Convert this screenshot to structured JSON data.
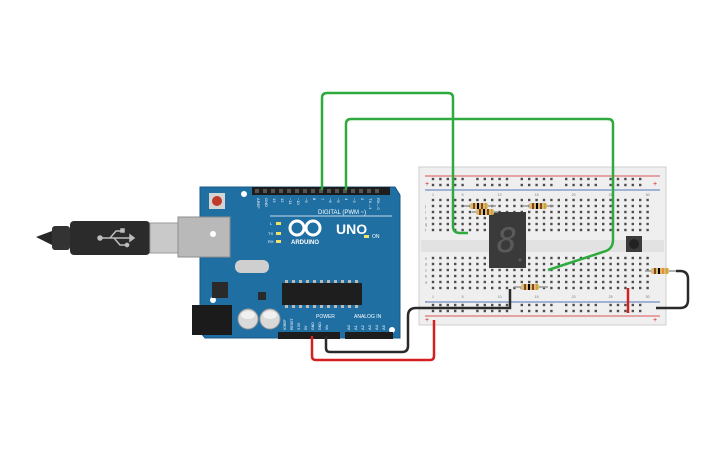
{
  "canvas": {
    "background": "#ffffff"
  },
  "usb_cable": {
    "icon": "usb-trident-icon",
    "color": "#2b2b2b"
  },
  "arduino": {
    "board_color": "#1f6fa3",
    "brand_text": "ARDUINO",
    "model_text": "UNO",
    "digital_header_label": "DIGITAL (PWM ~)",
    "power_header_label": "POWER",
    "analog_header_label": "ANALOG IN",
    "on_led_label": "ON",
    "l_led_label": "L",
    "tx_label": "TX",
    "rx_label": "RX",
    "digital_pin_labels": [
      "AREF",
      "GND",
      "13",
      "12",
      "~11",
      "~10",
      "~9",
      "8",
      "7",
      "~6",
      "~5",
      "4",
      "~3",
      "2",
      "TX→1",
      "RX←0"
    ],
    "power_pin_labels": [
      "IOREF",
      "RESET",
      "3.3V",
      "5V",
      "GND",
      "GND",
      "Vin"
    ],
    "analog_pin_labels": [
      "A0",
      "A1",
      "A2",
      "A3",
      "A4",
      "A5"
    ]
  },
  "breadboard": {
    "column_numbers": [
      "1",
      "5",
      "10",
      "15",
      "20",
      "25",
      "30"
    ],
    "row_letters_top": [
      "j",
      "i",
      "h",
      "g",
      "f"
    ],
    "row_letters_bottom": [
      "e",
      "d",
      "c",
      "b",
      "a"
    ],
    "rail_plus": "+",
    "rail_minus": "-"
  },
  "seven_segment": {
    "digit": "8",
    "color": "#3a3a3a"
  },
  "wires": {
    "green": "#2eaa3f",
    "red": "#d42020",
    "black": "#2a2a2a"
  }
}
